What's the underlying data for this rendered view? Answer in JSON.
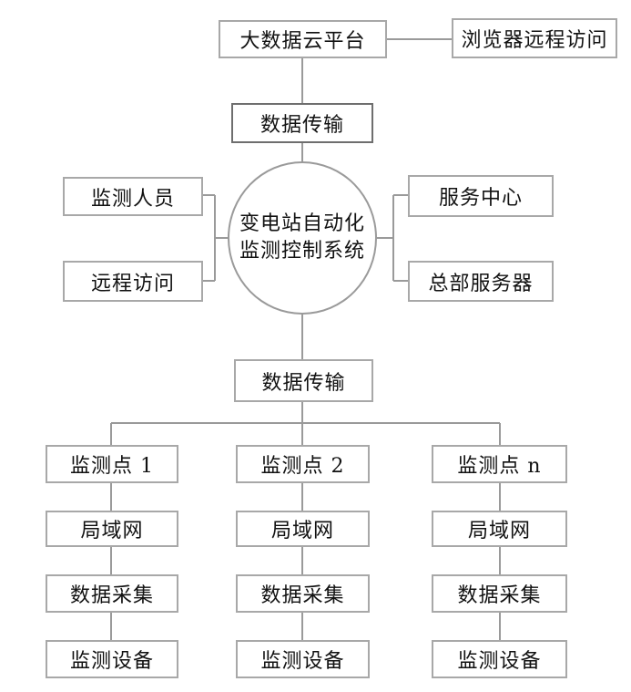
{
  "diagram": {
    "cloud_platform": "大数据云平台",
    "browser_access": "浏览器远程访问",
    "transmission_top": "数据传输",
    "monitor_staff": "监测人员",
    "remote_access": "远程访问",
    "service_center": "服务中心",
    "hq_server": "总部服务器",
    "core_line1": "变电站自动化",
    "core_line2": "监测控制系统",
    "transmission_bottom": "数据传输",
    "points": [
      {
        "name": "监测点 1",
        "lan": "局域网",
        "collect": "数据采集",
        "device": "监测设备"
      },
      {
        "name": "监测点 2",
        "lan": "局域网",
        "collect": "数据采集",
        "device": "监测设备"
      },
      {
        "name": "监测点 n",
        "lan": "局域网",
        "collect": "数据采集",
        "device": "监测设备"
      }
    ]
  }
}
